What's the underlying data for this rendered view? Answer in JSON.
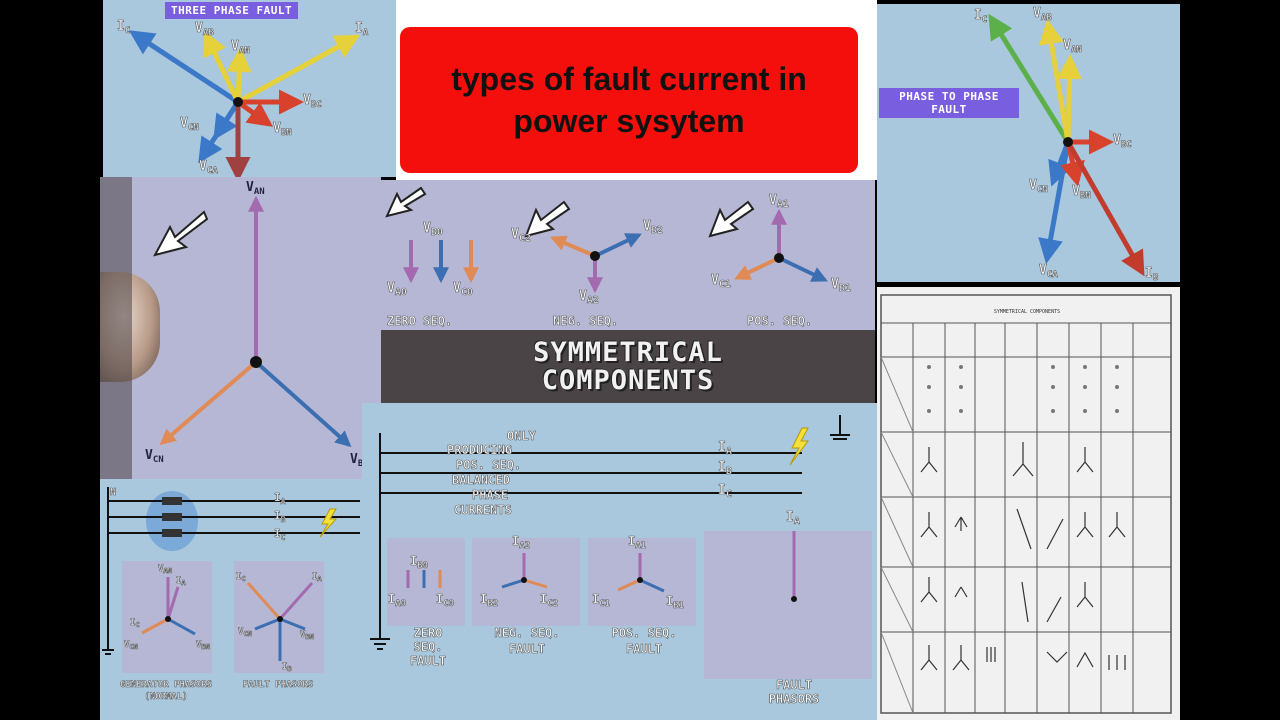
{
  "title": {
    "text": "types of fault current in power sysytem"
  },
  "three_phase": {
    "tag": "THREE PHASE FAULT",
    "labels": {
      "ic": "I",
      "ic_sub": "C",
      "vab": "V",
      "vab_sub": "AB",
      "van": "V",
      "van_sub": "AN",
      "ia": "I",
      "ia_sub": "A",
      "vbc": "V",
      "vbc_sub": "BC",
      "vcn": "V",
      "vcn_sub": "CN",
      "vbn": "V",
      "vbn_sub": "BN",
      "vca": "V",
      "vca_sub": "CA"
    }
  },
  "phase_to_phase": {
    "tag": "PHASE TO PHASE FAULT",
    "labels": {
      "ic": "I",
      "ic_sub": "C",
      "vab": "V",
      "vab_sub": "AB",
      "van": "V",
      "van_sub": "AN",
      "vbc": "V",
      "vbc_sub": "BC",
      "vcn": "V",
      "vcn_sub": "CN",
      "vbn": "V",
      "vbn_sub": "BN",
      "vca": "V",
      "vca_sub": "CA",
      "ib": "I",
      "ib_sub": "B"
    }
  },
  "big_phasor": {
    "van": "V",
    "van_sub": "AN",
    "vcn": "V",
    "vcn_sub": "CN",
    "vbn": "V",
    "vbn_sub": "BN"
  },
  "sequences": {
    "zero": {
      "label": "ZERO SEQ.",
      "va": "V",
      "va_sub": "A0",
      "vb": "V",
      "vb_sub": "B0",
      "vc": "V",
      "vc_sub": "C0"
    },
    "neg": {
      "label": "NEG. SEQ.",
      "va": "V",
      "va_sub": "A2",
      "vb": "V",
      "vb_sub": "B2",
      "vc": "V",
      "vc_sub": "C2"
    },
    "pos": {
      "label": "POS. SEQ.",
      "va": "V",
      "va_sub": "A1",
      "vb": "V",
      "vb_sub": "B1",
      "vc": "V",
      "vc_sub": "C1"
    }
  },
  "symmetrical": {
    "line1": "SYMMETRICAL",
    "line2": "COMPONENTS"
  },
  "circuit": {
    "note": [
      "ONLY",
      "PRODUCING",
      "POS. SEQ.",
      "BALANCED",
      "PHASE",
      "CURRENTS"
    ],
    "ia": "I",
    "ia_sub": "A",
    "ib": "I",
    "ib_sub": "B",
    "ic": "I",
    "ic_sub": "C",
    "zero_fault": {
      "a": "I",
      "a_sub": "A0",
      "b": "I",
      "b_sub": "B0",
      "c": "I",
      "c_sub": "C0",
      "caption": [
        "ZERO",
        "SEQ.",
        "FAULT"
      ]
    },
    "neg_fault": {
      "a": "I",
      "a_sub": "A2",
      "b": "I",
      "b_sub": "B2",
      "c": "I",
      "c_sub": "C2",
      "caption": [
        "NEG. SEQ.",
        "FAULT"
      ]
    },
    "pos_fault": {
      "a": "I",
      "a_sub": "A1",
      "b": "I",
      "b_sub": "B1",
      "c": "I",
      "c_sub": "C1",
      "caption": [
        "POS. SEQ.",
        "FAULT"
      ]
    },
    "fault_phasors": {
      "ia": "I",
      "ia_sub": "A",
      "caption": [
        "FAULT",
        "PHASORS"
      ]
    }
  },
  "generator": {
    "n": "N",
    "ia": "I",
    "ia_sub": "A",
    "ib": "I",
    "ib_sub": "B",
    "ic": "I",
    "ic_sub": "C",
    "gen_labels": {
      "van": "V",
      "van_sub": "AN",
      "ia": "I",
      "ia_sub": "A",
      "ic": "I",
      "ic_sub": "C",
      "vcn": "V",
      "vcn_sub": "CN",
      "vbn": "V",
      "vbn_sub": "BN"
    },
    "fault_labels": {
      "ic": "I",
      "ic_sub": "C",
      "ia": "I",
      "ia_sub": "A",
      "vcn": "V",
      "vcn_sub": "CN",
      "vbn": "V",
      "vbn_sub": "BN",
      "ib": "I",
      "ib_sub": "B"
    },
    "caption_gen": [
      "GENERATOR PHASORS",
      "(NORMAL)"
    ],
    "caption_fault": "FAULT PHASORS"
  },
  "table": {
    "header": "SYMMETRICAL COMPONENTS"
  },
  "colors": {
    "title_bg": "#f50f0c",
    "panel_blue": "#a9c7dd",
    "tag": "#7a5ee0",
    "phase_a": "#a46ab0",
    "phase_b": "#3c6fb2",
    "phase_c": "#e08a55"
  }
}
